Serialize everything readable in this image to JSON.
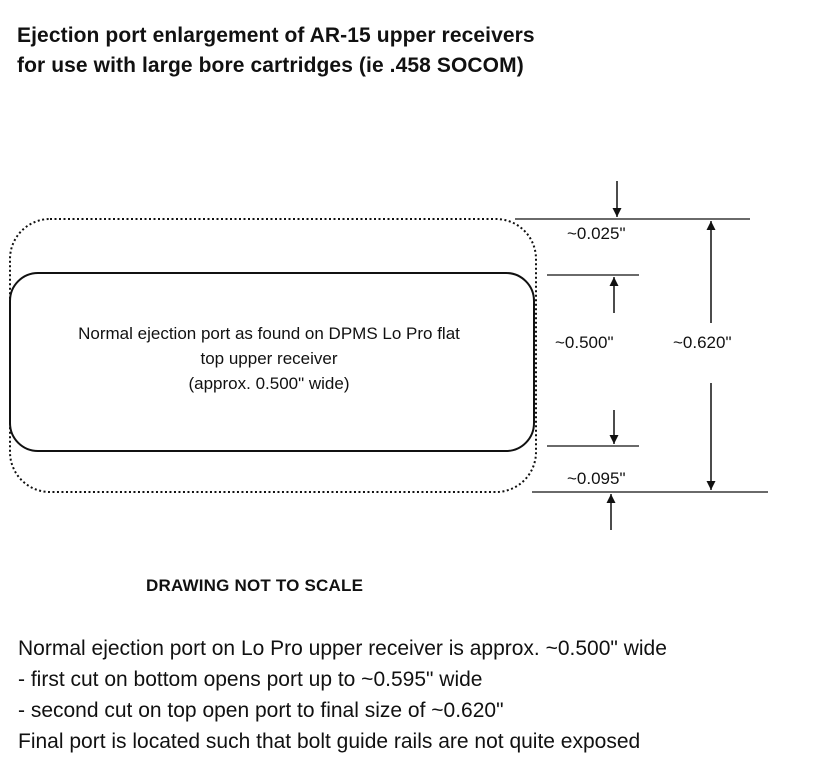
{
  "title": {
    "line1": "Ejection port enlargement of AR-15 upper receivers",
    "line2": "for use with large bore cartridges (ie .458 SOCOM)"
  },
  "port_label": {
    "line1": "Normal ejection port as found on DPMS Lo Pro flat",
    "line2": "top upper receiver",
    "line3": "(approx. 0.500\" wide)"
  },
  "dimensions": {
    "top_cut": "~0.025\"",
    "normal_port": "~0.500\"",
    "final_port": "~0.620\"",
    "bottom_cut": "~0.095\""
  },
  "scale_note": "DRAWING NOT TO SCALE",
  "notes": [
    "Normal ejection port on Lo Pro upper receiver is approx. ~0.500\" wide",
    "- first cut on bottom opens port up to ~0.595\" wide",
    "- second cut on top open port to final size of ~0.620\"",
    "Final port is located such that bolt guide rails are not quite exposed"
  ]
}
